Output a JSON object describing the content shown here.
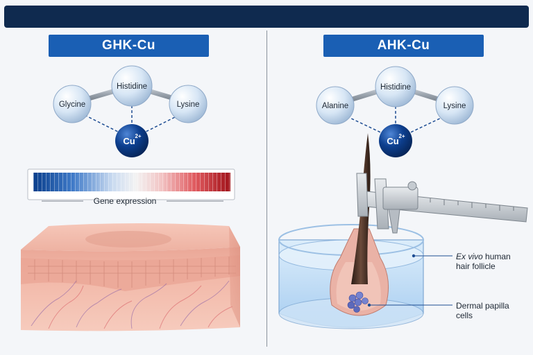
{
  "left_panel": {
    "title": "GHK-Cu",
    "molecule": {
      "nodes": [
        "Glycine",
        "Histidine",
        "Lysine"
      ],
      "metal": {
        "symbol": "Cu",
        "charge": "2+"
      }
    },
    "color_scale": {
      "label": "Gene expression",
      "low_color": "#0b3f8c",
      "mid_color": "#f3f3f3",
      "high_color": "#a1131a"
    },
    "illustration": "skin-tissue-block"
  },
  "right_panel": {
    "title": "AHK-Cu",
    "molecule": {
      "nodes": [
        "Alanine",
        "Histidine",
        "Lysine"
      ],
      "metal": {
        "symbol": "Cu",
        "charge": "2+"
      }
    },
    "callouts": {
      "hair_follicle_italic": "Ex vivo",
      "hair_follicle_rest": " human",
      "hair_follicle_line2": "hair follicle",
      "dermal_papilla_line1": "Dermal papilla",
      "dermal_papilla_line2": "cells"
    },
    "illustration": "hair-follicle-in-dish-with-caliper"
  },
  "colors": {
    "header_bar": "#0f2a4f",
    "title_bg": "#1a5fb4",
    "copper_node": "#0d3f8f",
    "amino_node": "#d7e6f5"
  }
}
